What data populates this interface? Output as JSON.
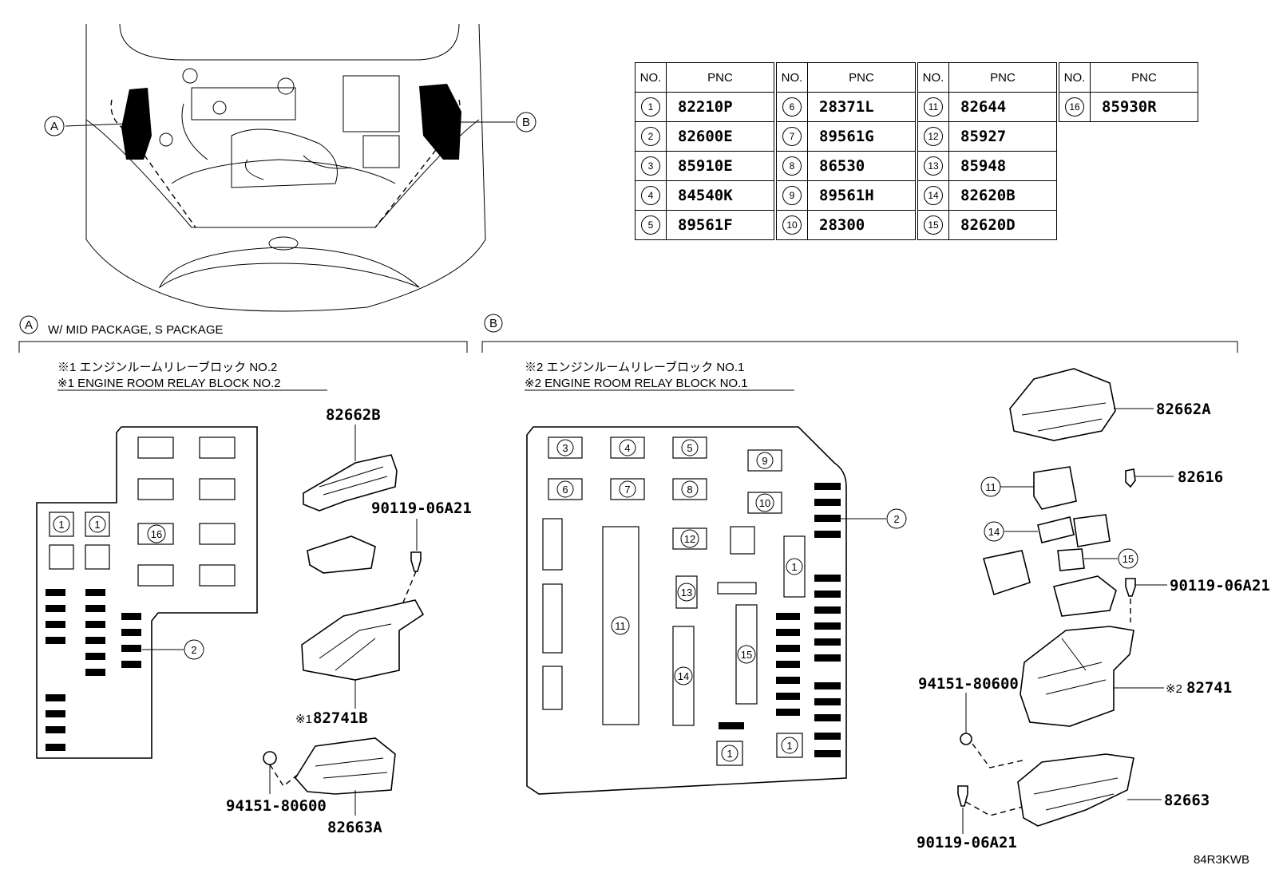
{
  "table": {
    "headers": {
      "no": "NO.",
      "pnc": "PNC"
    },
    "rows": [
      {
        "no": "1",
        "pnc": "82210P"
      },
      {
        "no": "2",
        "pnc": "82600E"
      },
      {
        "no": "3",
        "pnc": "85910E"
      },
      {
        "no": "4",
        "pnc": "84540K"
      },
      {
        "no": "5",
        "pnc": "89561F"
      },
      {
        "no": "6",
        "pnc": "28371L"
      },
      {
        "no": "7",
        "pnc": "89561G"
      },
      {
        "no": "8",
        "pnc": "86530"
      },
      {
        "no": "9",
        "pnc": "89561H"
      },
      {
        "no": "10",
        "pnc": "28300"
      },
      {
        "no": "11",
        "pnc": "82644"
      },
      {
        "no": "12",
        "pnc": "85927"
      },
      {
        "no": "13",
        "pnc": "85948"
      },
      {
        "no": "14",
        "pnc": "82620B"
      },
      {
        "no": "15",
        "pnc": "82620D"
      },
      {
        "no": "16",
        "pnc": "85930R"
      }
    ]
  },
  "overview": {
    "callout_a": "A",
    "callout_b": "B"
  },
  "section_a": {
    "marker": "A",
    "title": "W/ MID PACKAGE, S PACKAGE",
    "jp_caption": "※1 エンジンルームリレーブロック NO.2",
    "en_caption": "※1 ENGINE ROOM RELAY BLOCK NO.2",
    "parts": {
      "cover": "82662B",
      "bolt": "90119-06A21",
      "block_prefix": "※1",
      "block": "82741B",
      "clip": "94151-80600",
      "lower": "82663A"
    },
    "slots": {
      "s1": "1",
      "s16": "16",
      "s2": "2"
    }
  },
  "section_b": {
    "marker": "B",
    "jp_caption": "※2 エンジンルームリレーブロック NO.1",
    "en_caption": "※2 ENGINE ROOM RELAY BLOCK NO.1",
    "parts": {
      "cover": "82662A",
      "fuse_puller": "82616",
      "bolt_top": "90119-06A21",
      "clip": "94151-80600",
      "block_prefix": "※2",
      "block": "82741",
      "lower": "82663",
      "bolt_bottom": "90119-06A21"
    },
    "slots": {
      "s1": "1",
      "s2": "2",
      "s3": "3",
      "s4": "4",
      "s5": "5",
      "s6": "6",
      "s7": "7",
      "s8": "8",
      "s9": "9",
      "s10": "10",
      "s11": "11",
      "s12": "12",
      "s13": "13",
      "s14": "14",
      "s15": "15"
    }
  },
  "figure_code": "84R3KWB"
}
